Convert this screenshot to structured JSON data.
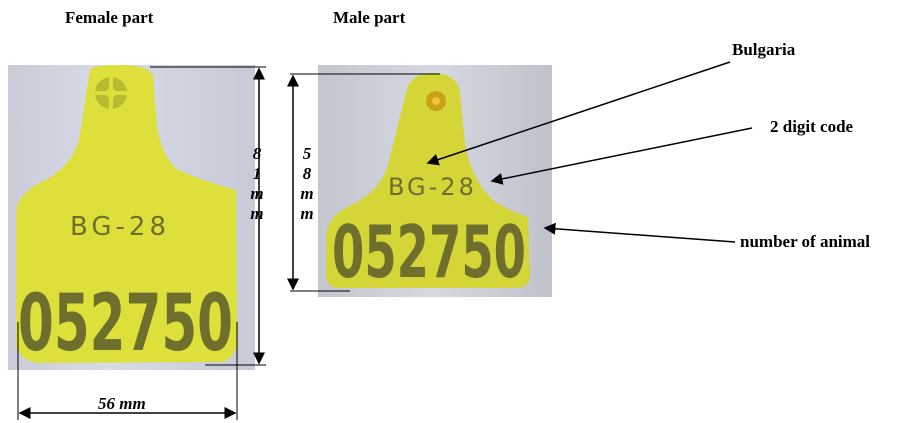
{
  "titles": {
    "female": "Female part",
    "male": "Male part"
  },
  "tag": {
    "country_code": "BG-28",
    "number": "052750"
  },
  "dimensions": {
    "female_height": [
      "8",
      "1",
      "m",
      "m"
    ],
    "male_height": [
      "5",
      "8",
      "m",
      "m"
    ],
    "female_width": "56 mm"
  },
  "annotations": {
    "country": "Bulgaria",
    "code": "2 digit code",
    "number": "number of animal"
  },
  "colors": {
    "tag_yellow": "#dde03a",
    "tag_text": "#6e6f2c",
    "background": "#ffffff"
  }
}
